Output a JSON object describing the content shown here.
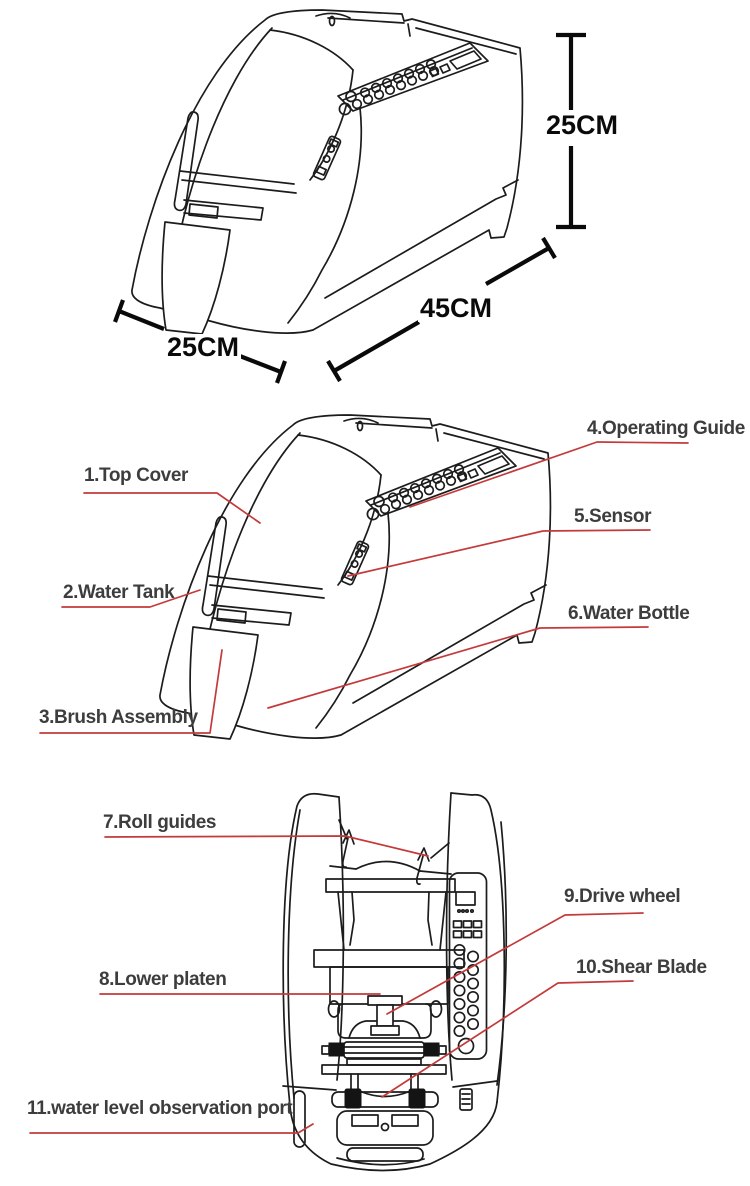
{
  "colors": {
    "leader_line": "#c43a3a",
    "outline": "#1c1c1c",
    "label_text": "#3d3d3d",
    "dimension_text": "#0a0a0a",
    "background": "#ffffff"
  },
  "dimension_view": {
    "height_label": "25CM",
    "length_label": "45CM",
    "width_label": "25CM"
  },
  "perspective_view": {
    "parts": [
      {
        "label": "1.Top Cover"
      },
      {
        "label": "2.Water Tank"
      },
      {
        "label": "3.Brush Assembly"
      },
      {
        "label": "4.Operating Guide"
      },
      {
        "label": "5.Sensor"
      },
      {
        "label": "6.Water Bottle"
      }
    ]
  },
  "front_view": {
    "parts": [
      {
        "label": "7.Roll guides"
      },
      {
        "label": "8.Lower platen"
      },
      {
        "label": "9.Drive wheel"
      },
      {
        "label": "10.Shear Blade"
      },
      {
        "label": "11.water level observation port"
      }
    ]
  }
}
